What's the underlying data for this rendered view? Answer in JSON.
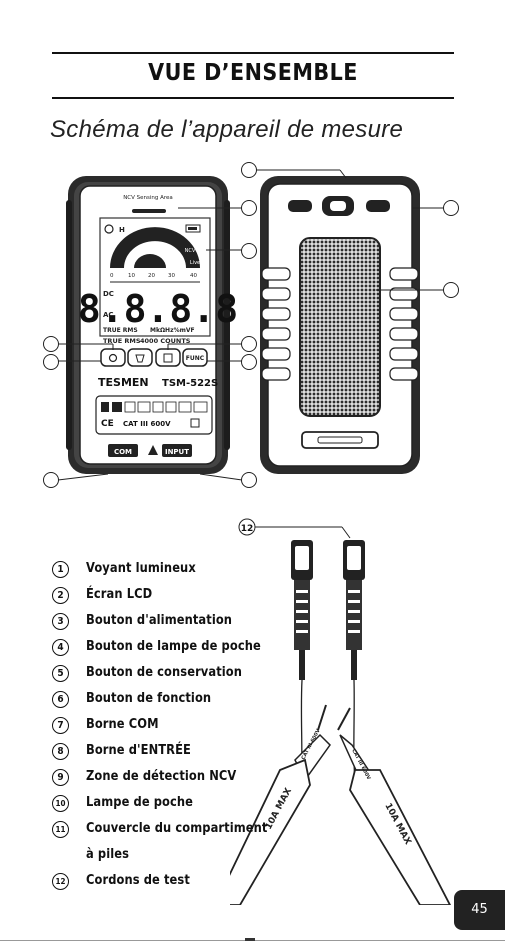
{
  "header": {
    "title": "VUE D’ENSEMBLE"
  },
  "subtitle": "Schéma de l’appareil de mesure",
  "meter": {
    "ncv_label": "NCV Sensing Area",
    "brand": "TESMEN",
    "model": "TSM-522S",
    "display_digits": "8.8.8.8",
    "dc": "DC",
    "ac": "AC",
    "true_rms_lcd": "TRUE RMS",
    "units": "MkΩHz%mVF",
    "true_rms": "TRUE RMS",
    "counts": "4000 COUNTS",
    "func": "FUNC",
    "cat": "CAT III 600V",
    "com": "COM",
    "input": "INPUT",
    "scale": [
      "0",
      "10",
      "20",
      "30",
      "40"
    ],
    "live": "Live",
    "ncv": "NCV",
    "hz": "Hz"
  },
  "legend": [
    {
      "num": "1",
      "label": "Voyant lumineux"
    },
    {
      "num": "2",
      "label": "Écran LCD"
    },
    {
      "num": "3",
      "label": "Bouton d'alimentation"
    },
    {
      "num": "4",
      "label": "Bouton de lampe de poche"
    },
    {
      "num": "5",
      "label": "Bouton de conservation"
    },
    {
      "num": "6",
      "label": "Bouton de fonction"
    },
    {
      "num": "7",
      "label": "Borne COM"
    },
    {
      "num": "8",
      "label": "Borne d'ENTRÉE"
    },
    {
      "num": "9",
      "label": "Zone de détection NCV"
    },
    {
      "num": "10",
      "label": "Lampe de poche"
    },
    {
      "num": "11",
      "label": "Couvercle du compartiment"
    },
    {
      "num": "",
      "label": "à piles"
    },
    {
      "num": "12",
      "label": "Cordons de test"
    }
  ],
  "leads": {
    "callout": "12",
    "max_label": "10A MAX",
    "cat_label": "CAT III 600V"
  },
  "page_number": "45"
}
